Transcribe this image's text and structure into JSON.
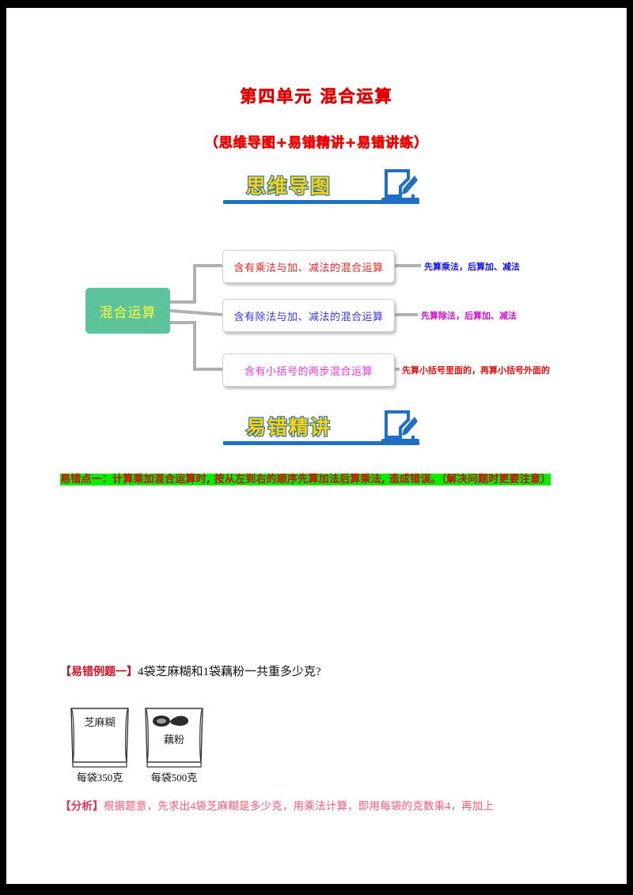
{
  "document": {
    "title": "第四单元 混合运算",
    "subtitle": "（思维导图+易错精讲+易错讲练）"
  },
  "banners": {
    "mindmap_label": "思维导图",
    "mistakes_label": "易错精讲",
    "icon": "edit-pencil-icon",
    "text_color": "#ffd400",
    "outline_color": "#1f6fc4"
  },
  "mindmap": {
    "root": {
      "label": "混合运算",
      "fill": "#5cc39a",
      "text_color": "#ffff33"
    },
    "branches": [
      {
        "node": "含有乘法与加、减法的混合运算",
        "node_color": "#ee2222",
        "leaf": "先算乘法，后算加、减法",
        "leaf_color": "#1111ee"
      },
      {
        "node": "含有除法与加、减法的混合运算",
        "node_color": "#3333ee",
        "leaf": "先算除法，后算加、减法",
        "leaf_color": "#cc11cc"
      },
      {
        "node": "含有小括号的两步混合运算",
        "node_color": "#ee33dd",
        "leaf": "先算小括号里面的，再算小括号外面的",
        "leaf_color": "#dd1111"
      }
    ]
  },
  "mistake_point": {
    "text": "易错点一：计算乘加混合运算时, 按从左到右的顺序先算加法后算乘法, 造成错误。（解决问题时更要注意）",
    "highlight_color": "#00ef00",
    "text_color": "#dd0000"
  },
  "example": {
    "tag": "【易错例题一】",
    "question": "4袋芝麻糊和1袋藕粉一共重多少克?",
    "bags": [
      {
        "name": "芝麻糊",
        "weight": "每袋350克"
      },
      {
        "name": "藕粉",
        "weight": "每袋500克"
      }
    ],
    "analysis_lead": "【分析】",
    "analysis_text": "根据题意，先求出4袋芝麻糊是多少克，用乘法计算，即用每袋的克数乘4，再加上"
  }
}
